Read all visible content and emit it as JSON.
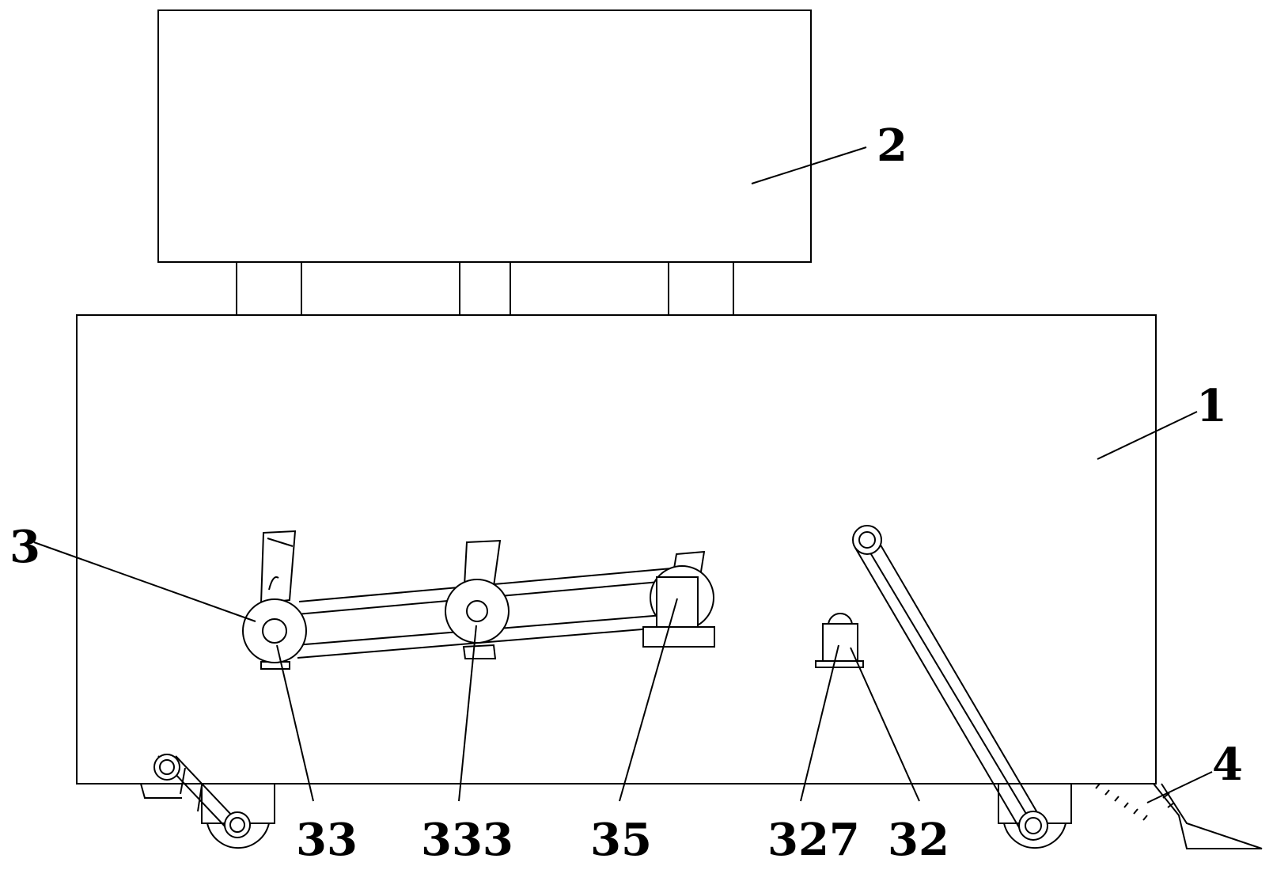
{
  "labels": {
    "part_1": "1",
    "part_2": "2",
    "part_3": "3",
    "part_4": "4",
    "part_33": "33",
    "part_333": "333",
    "part_35": "35",
    "part_327": "327",
    "part_32": "32"
  }
}
